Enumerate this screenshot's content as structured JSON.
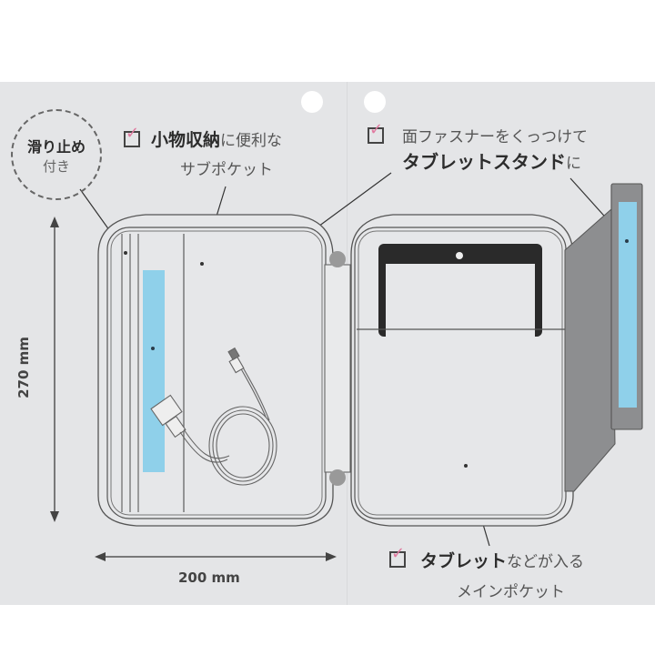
{
  "card": {
    "background": "#e4e5e7",
    "accent_underline": "#e07aa0",
    "pad_color": "#8fd0ea",
    "stand_color": "#8d8e90"
  },
  "badge": {
    "line1": "滑り止め",
    "line2": "付き"
  },
  "callouts": {
    "sub_pocket": {
      "highlight": "小物収納",
      "rest": "に便利な",
      "line2": "サブポケット"
    },
    "stand": {
      "line1": "面ファスナーをくっつけて",
      "highlight": "タブレットスタンド",
      "rest": "に"
    },
    "main_pocket": {
      "highlight": "タブレット",
      "rest": "などが入る",
      "line2": "メインポケット"
    }
  },
  "dimensions": {
    "height": "270 mm",
    "width": "200 mm"
  }
}
